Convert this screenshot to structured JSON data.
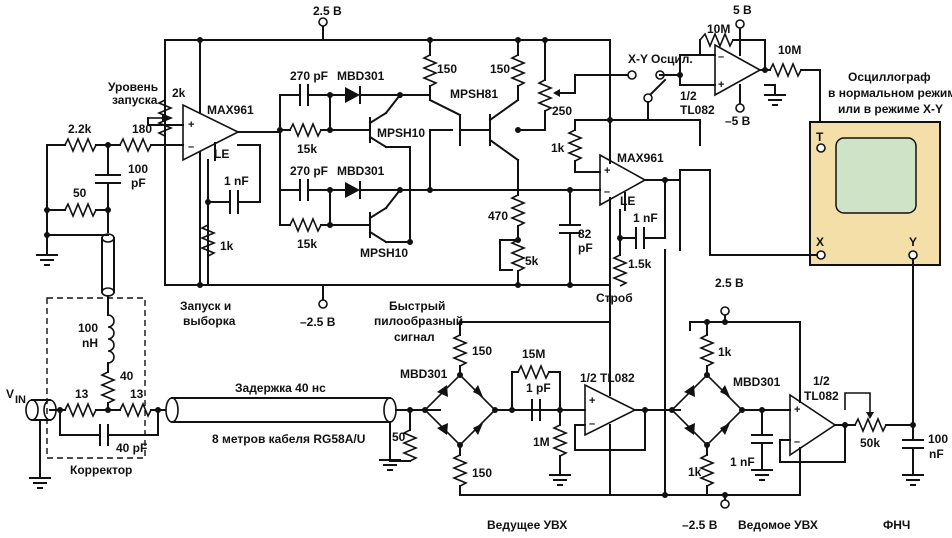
{
  "labels": {
    "v_top": "2.5 В",
    "level_trigger_1": "Уровень",
    "level_trigger_2": "запуска",
    "r_2k": "2k",
    "max961_a": "MAX961",
    "r_180": "180",
    "r_2_2k": "2.2k",
    "c_100pf_a": "100",
    "c_100pf_b": "pF",
    "r_50a": "50",
    "le_a": "LE",
    "c_1nf_a": "1 nF",
    "r_1k_a": "1k",
    "c_270pf_a": "270 pF",
    "d_mbd301_a": "MBD301",
    "r_15k_a": "15k",
    "q_mpsh10_a": "MPSH10",
    "c_270pf_b": "270 pF",
    "d_mbd301_b": "MBD301",
    "r_15k_b": "15k",
    "q_mpsh10_b": "MPSH10",
    "r_150_a": "150",
    "r_150_b": "150",
    "q_mpsh81": "MPSH81",
    "r_250": "250",
    "r_470": "470",
    "r_5k": "5k",
    "c_82pf_a": "82",
    "c_82pf_b": "pF",
    "xy": "X-Y",
    "osc": "Осцил.",
    "r_10m_a": "10M",
    "v_5": "5 В",
    "r_10m_b": "10M",
    "half_tl082_a_1": "1/2",
    "half_tl082_a_2": "TL082",
    "v_m5": "–5 В",
    "scope_1": "Осциллограф",
    "scope_2": "в нормальном режиме",
    "scope_3": "или в режиме X-Y",
    "scope_t": "T",
    "scope_x": "X",
    "scope_y": "Y",
    "r_1k_b": "1k",
    "max961_b": "MAX961",
    "le_b": "LE",
    "c_1nf_b": "1 nF",
    "r_1_5k": "1.5k",
    "strobe": "Строб",
    "sample_hold_1": "Запуск и",
    "sample_hold_2": "выборка",
    "v_m2_5_a": "–2.5 В",
    "fast_ramp_1": "Быстрый",
    "fast_ramp_2": "пилообразный",
    "fast_ramp_3": "сигнал",
    "v_2_5_b": "2.5 В",
    "l_100nh_a": "100",
    "l_100nh_b": "nH",
    "r_40": "40",
    "r_13a": "13",
    "r_13b": "13",
    "c_40pf": "40 pF",
    "vin": "V",
    "vin_sub": "IN",
    "corrector": "Корректор",
    "delay": "Задержка 40 нс",
    "cable": "8 метров кабеля RG58A/U",
    "d_mbd301_c": "MBD301",
    "r_150_c": "150",
    "r_150_d": "150",
    "r_50b": "50",
    "r_15m": "15M",
    "c_1pf": "1 pF",
    "r_1m": "1M",
    "half_tl082_b": "1/2 TL082",
    "lead_sh": "Ведущее УВХ",
    "d_mbd301_d": "MBD301",
    "r_1k_c": "1k",
    "r_1k_d": "1k",
    "c_1nf_c": "1 nF",
    "v_m2_5_b": "–2.5 В",
    "slave_sh": "Ведомое УВХ",
    "half_tl082_c_1": "1/2",
    "half_tl082_c_2": "TL082",
    "r_50k": "50k",
    "c_100nf_a": "100",
    "c_100nf_b": "nF",
    "lpf": "ФНЧ"
  }
}
